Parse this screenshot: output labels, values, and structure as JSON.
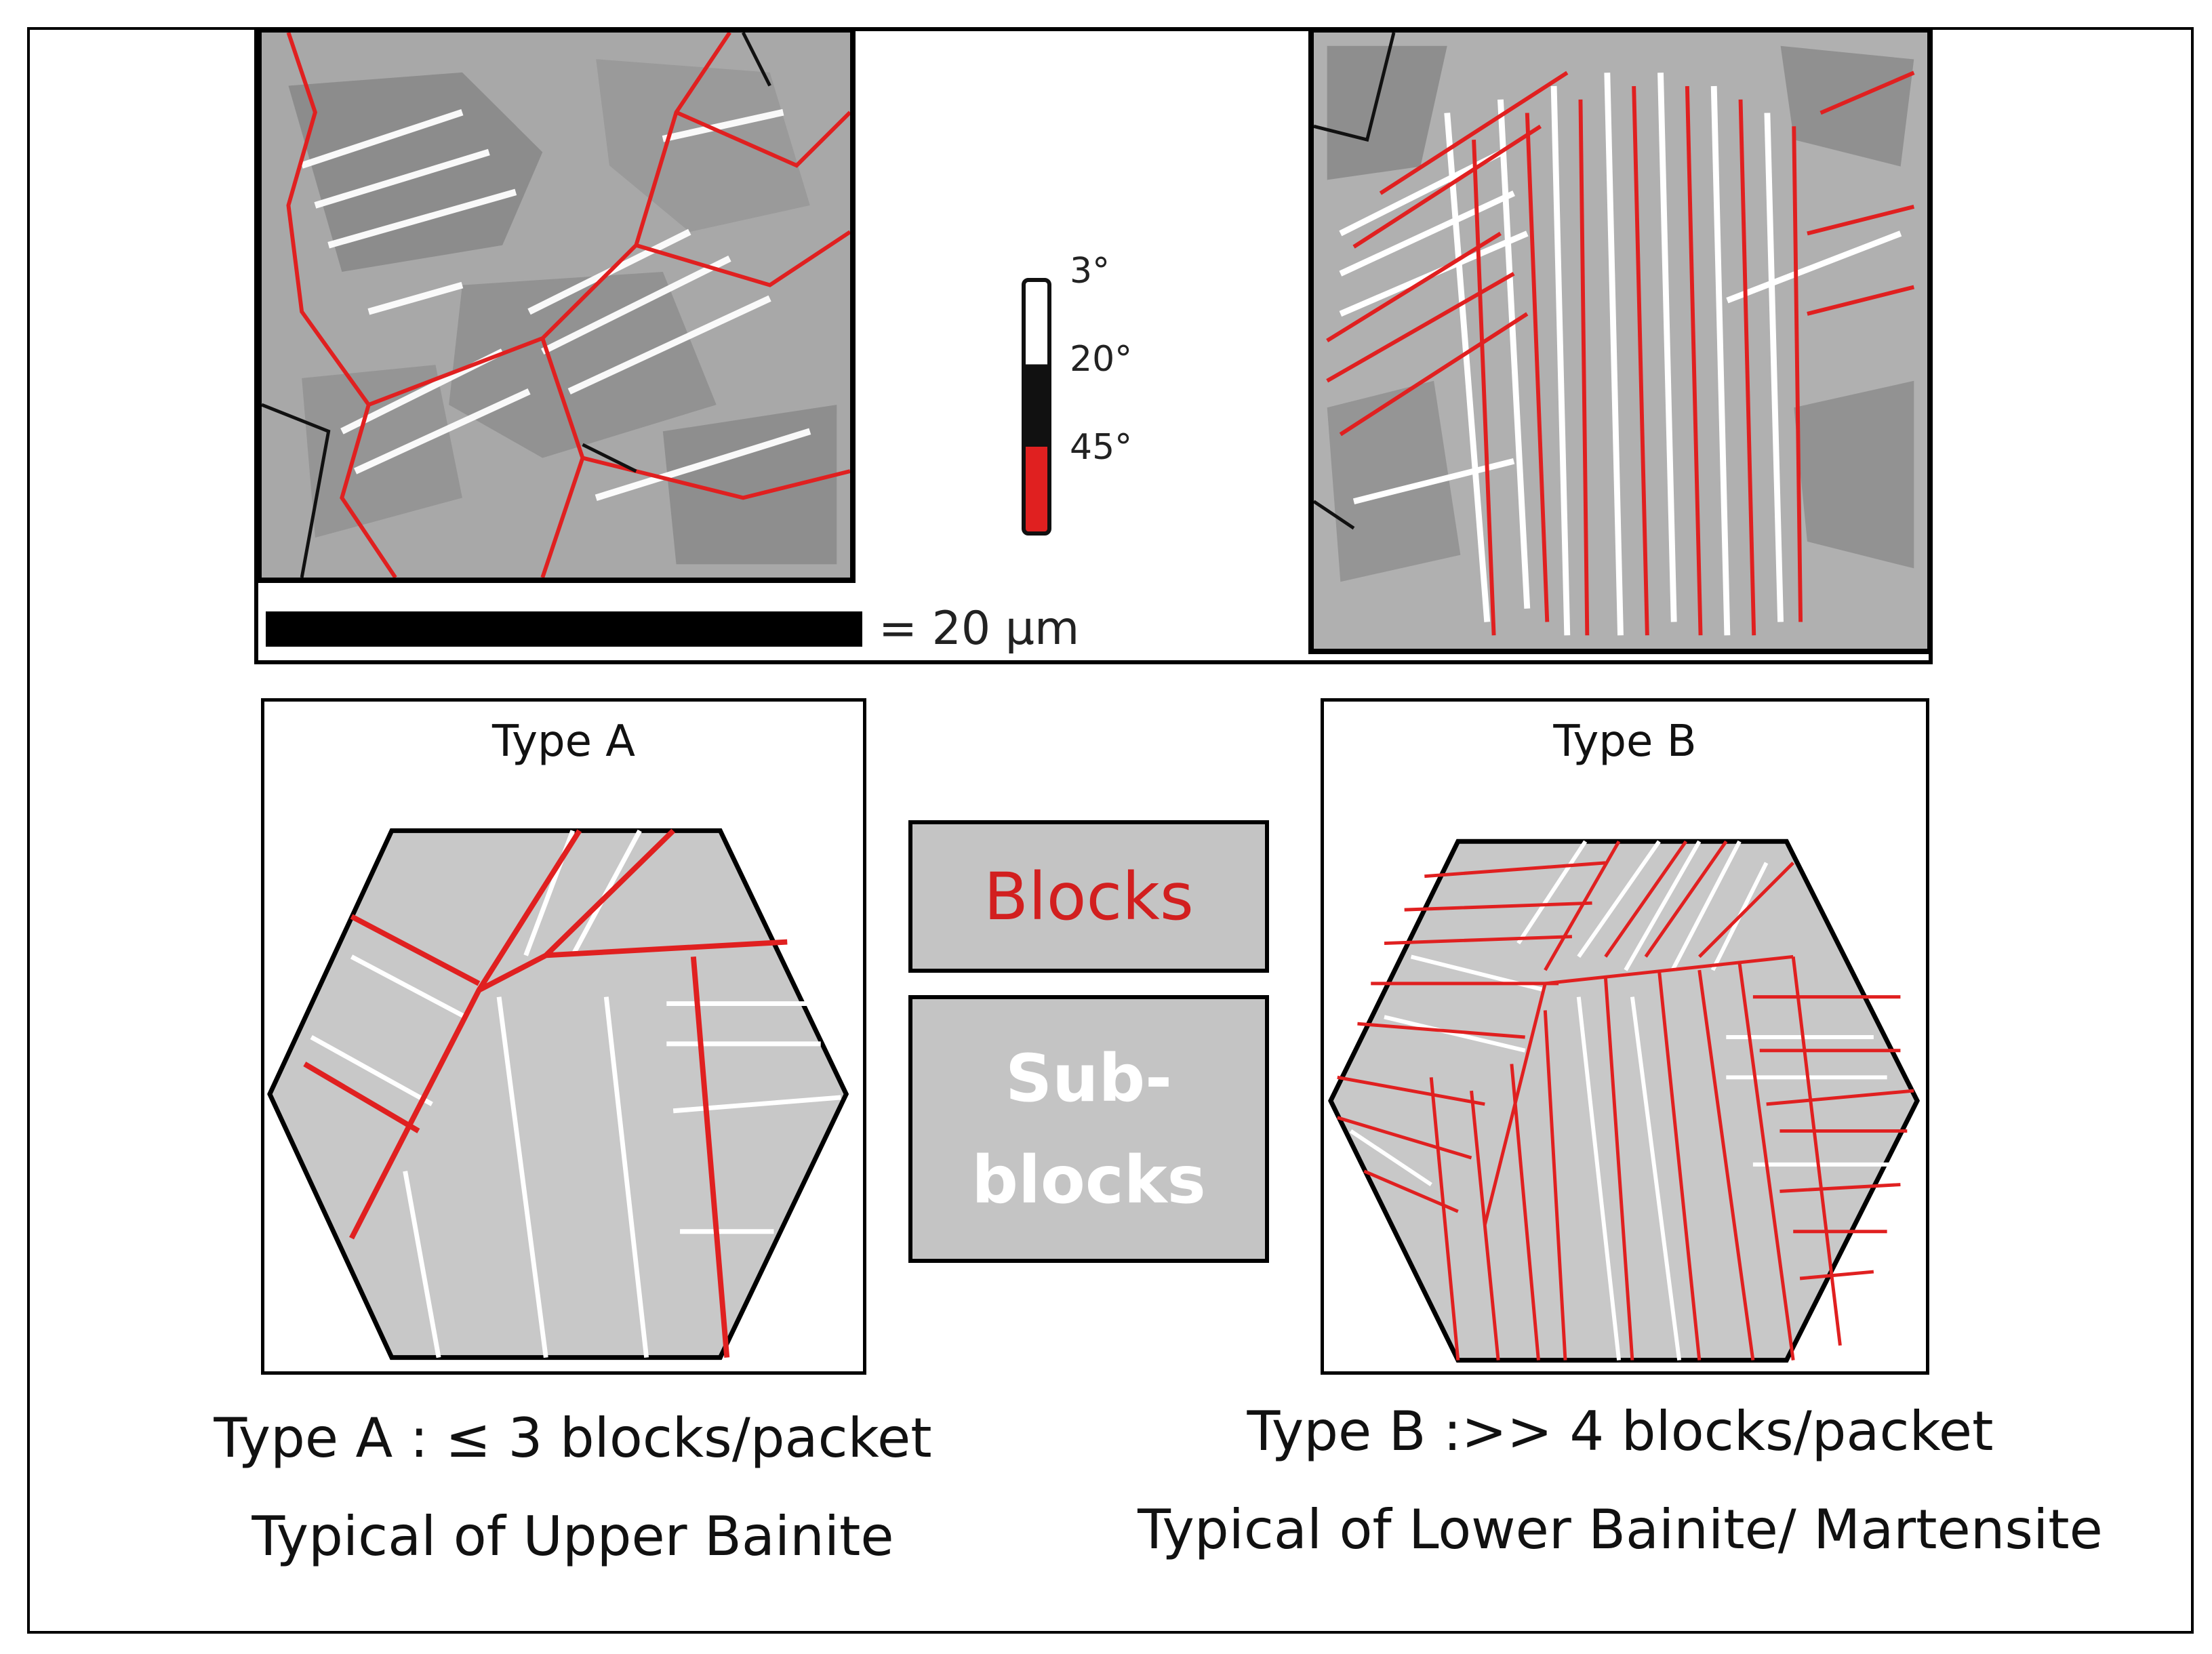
{
  "colors": {
    "block_boundary": "#e02020",
    "subblock_boundary": "#ffffff",
    "hexagon_fill": "#c8c8c8",
    "legend_box_fill": "#c4c4c4"
  },
  "micrographs": {
    "left_name": "micrograph-upper-bainite",
    "right_name": "micrograph-lower-bainite"
  },
  "scale_bar": {
    "label": "= 20 μm"
  },
  "misorientation_legend": {
    "ticks": [
      "3°",
      "20°",
      "45°"
    ]
  },
  "type_a": {
    "title": "Type A",
    "caption_line1": "Type A : ≤ 3 blocks/packet",
    "caption_line2": "Typical of Upper Bainite"
  },
  "type_b": {
    "title": "Type B",
    "caption_line1": "Type B :>> 4 blocks/packet",
    "caption_line2": "Typical of Lower Bainite/ Martensite"
  },
  "legend": {
    "blocks_label": "Blocks",
    "subblocks_label_line1": "Sub-",
    "subblocks_label_line2": "blocks"
  }
}
